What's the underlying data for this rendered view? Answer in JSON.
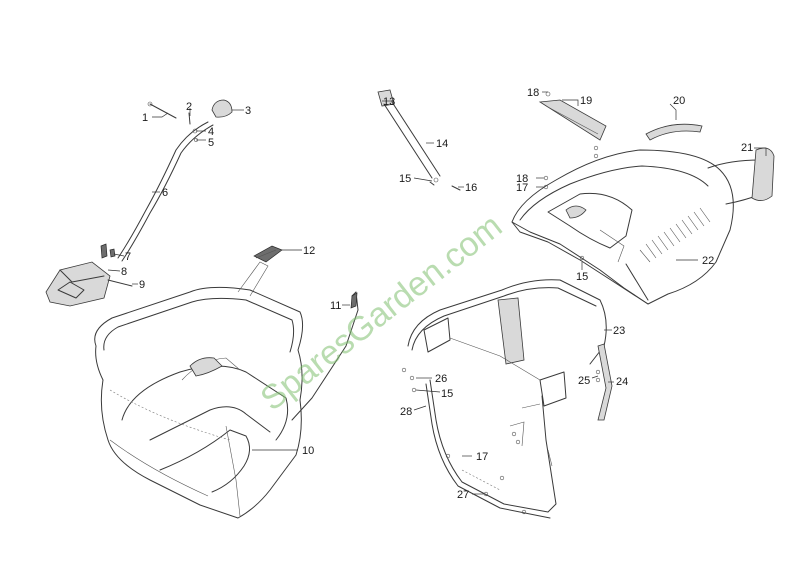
{
  "watermark": "SparesGarden.com",
  "labels": {
    "l1": "1",
    "l2": "2",
    "l3": "3",
    "l4": "4",
    "l5": "5",
    "l6": "6",
    "l7": "7",
    "l8": "8",
    "l9": "9",
    "l10": "10",
    "l11": "11",
    "l12": "12",
    "l13": "13",
    "l14": "14",
    "l15a": "15",
    "l15b": "15",
    "l15c": "15",
    "l16": "16",
    "l17a": "17",
    "l17b": "17",
    "l18a": "18",
    "l18b": "18",
    "l19": "19",
    "l20": "20",
    "l21": "21",
    "l22": "22",
    "l23": "23",
    "l24": "24",
    "l25": "25",
    "l26": "26",
    "l27": "27",
    "l28": "28"
  }
}
